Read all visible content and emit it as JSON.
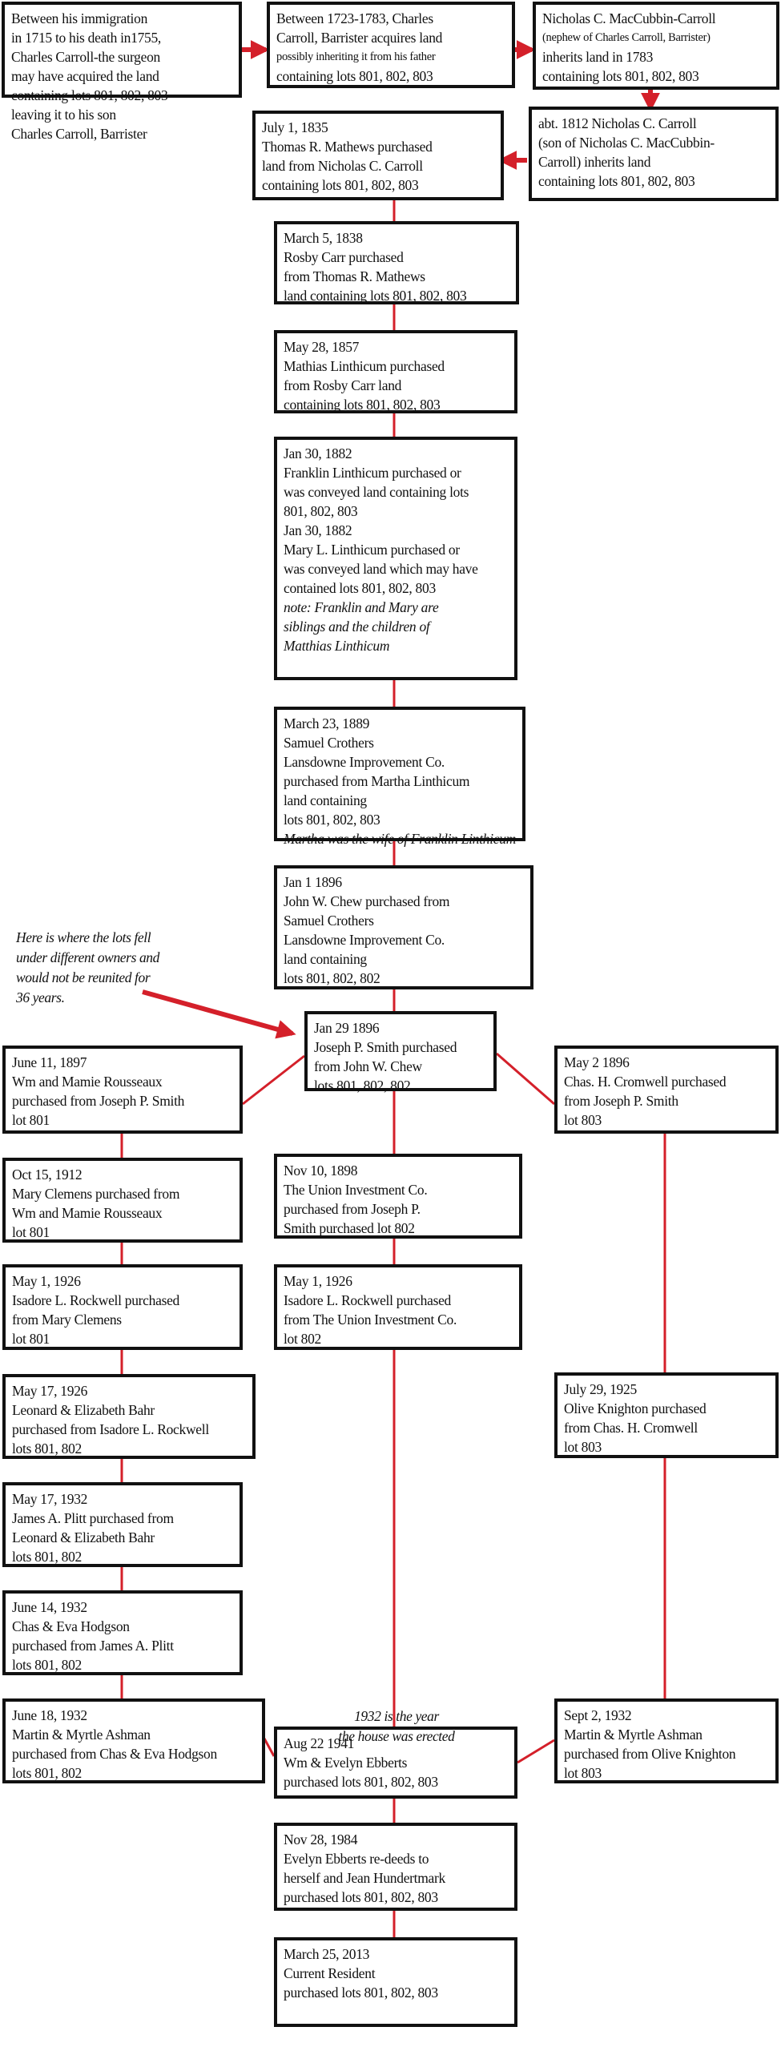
{
  "colors": {
    "line": "#d4202a",
    "border": "#111111"
  },
  "boxes": [
    {
      "id": "immigration-1715",
      "lines": [
        "Between his immigration",
        "in 1715 to his death in1755,",
        "Charles Carroll-the surgeon",
        "may have acquired the land",
        "containing lots 801, 802, 803",
        "leaving it to his son",
        "Charles Carroll, Barrister"
      ]
    },
    {
      "id": "barrister-1723",
      "lines": [
        "Between 1723-1783, Charles",
        "Carroll, Barrister acquires land",
        "possibly inheriting it from his father",
        "containing lots 801, 802, 803"
      ],
      "small": [
        2
      ]
    },
    {
      "id": "maccubbin-1783",
      "lines": [
        "Nicholas C. MacCubbin-Carroll",
        "(nephew of Charles Carroll, Barrister)",
        " inherits land in 1783",
        "containing lots 801, 802, 803"
      ],
      "small": [
        1
      ]
    },
    {
      "id": "carroll-1812",
      "lines": [
        "abt. 1812 Nicholas C. Carroll",
        "(son of Nicholas C. MacCubbin-",
        "Carroll) inherits land",
        "containing lots 801, 802, 803"
      ]
    },
    {
      "id": "mathews-1835",
      "lines": [
        "July 1, 1835",
        "Thomas R. Mathews purchased",
        "land from Nicholas C. Carroll",
        "containing lots 801, 802, 803"
      ]
    },
    {
      "id": "carr-1838",
      "lines": [
        "March 5, 1838",
        "Rosby Carr purchased",
        "from Thomas R. Mathews",
        "land containing lots 801, 802, 803"
      ]
    },
    {
      "id": "linthicum-1857",
      "lines": [
        "May 28, 1857",
        "Mathias Linthicum purchased",
        "from Rosby Carr land",
        "containing lots 801, 802, 803"
      ]
    },
    {
      "id": "linthicum-1882",
      "lines": [
        "Jan 30, 1882",
        "Franklin Linthicum purchased or",
        "was conveyed land containing lots",
        "801, 802, 803",
        "Jan 30, 1882",
        "Mary L. Linthicum purchased or",
        "was conveyed land which may have",
        "contained lots 801, 802, 803",
        "note: Franklin and Mary are",
        "siblings and the children of",
        "Matthias Linthicum"
      ],
      "italic": [
        8,
        9,
        10
      ]
    },
    {
      "id": "crothers-1889",
      "lines": [
        "March 23, 1889",
        "Samuel Crothers",
        "Lansdowne Improvement Co.",
        "purchased from Martha Linthicum",
        "land containing",
        "lots 801, 802, 803",
        "Martha was the wife of Franklin Linthicum"
      ],
      "italic": [
        6
      ]
    },
    {
      "id": "chew-1896",
      "lines": [
        "Jan 1 1896",
        "John W. Chew purchased from",
        "Samuel Crothers",
        "Lansdowne Improvement Co.",
        "land containing",
        "lots 801, 802, 802"
      ]
    },
    {
      "id": "smith-1896",
      "lines": [
        "Jan 29 1896",
        "Joseph P. Smith purchased",
        "from John W. Chew",
        "lots 801, 802, 802"
      ]
    },
    {
      "id": "rousseaux-1897",
      "lines": [
        "June 11, 1897",
        "Wm and Mamie Rousseaux",
        "purchased from Joseph P. Smith",
        "lot 801"
      ]
    },
    {
      "id": "cromwell-1896",
      "lines": [
        "May 2 1896",
        "Chas. H. Cromwell purchased",
        "from Joseph P. Smith",
        "lot 803"
      ]
    },
    {
      "id": "clemens-1912",
      "lines": [
        "Oct 15, 1912",
        "Mary Clemens purchased from",
        "Wm and Mamie Rousseaux",
        "lot 801"
      ]
    },
    {
      "id": "union-1898",
      "lines": [
        "Nov 10, 1898",
        "The Union Investment Co.",
        "purchased from Joseph P.",
        "Smith purchased lot 802"
      ]
    },
    {
      "id": "rockwell-1926-801",
      "lines": [
        "May 1, 1926",
        "Isadore L. Rockwell purchased",
        "from Mary Clemens",
        "lot 801"
      ]
    },
    {
      "id": "rockwell-1926-802",
      "lines": [
        "May 1, 1926",
        "Isadore L. Rockwell purchased",
        "from The Union Investment Co.",
        "lot 802"
      ]
    },
    {
      "id": "bahr-1926",
      "lines": [
        "May 17, 1926",
        "Leonard & Elizabeth Bahr",
        "purchased from Isadore L. Rockwell",
        "lots 801, 802"
      ]
    },
    {
      "id": "knighton-1925",
      "lines": [
        "July 29, 1925",
        "Olive Knighton purchased",
        "from Chas. H. Cromwell",
        "lot 803"
      ]
    },
    {
      "id": "plitt-1932",
      "lines": [
        "May 17, 1932",
        "James A. Plitt purchased from",
        "Leonard & Elizabeth Bahr",
        "lots 801, 802"
      ]
    },
    {
      "id": "hodgson-1932",
      "lines": [
        "June 14, 1932",
        "Chas & Eva Hodgson",
        "purchased from James A. Plitt",
        "lots 801, 802"
      ]
    },
    {
      "id": "ashman-1932-801",
      "lines": [
        "June 18, 1932",
        "Martin & Myrtle Ashman",
        "purchased from Chas & Eva Hodgson",
        "lots 801, 802"
      ]
    },
    {
      "id": "ashman-1932-803",
      "lines": [
        "Sept 2, 1932",
        "Martin & Myrtle Ashman",
        "purchased from Olive Knighton",
        "lot 803"
      ]
    },
    {
      "id": "ebberts-1941",
      "lines": [
        "Aug 22 1941",
        "Wm & Evelyn Ebberts",
        "purchased lots 801, 802, 803"
      ]
    },
    {
      "id": "ebberts-1984",
      "lines": [
        "Nov 28, 1984",
        "Evelyn Ebberts re-deeds to",
        "herself and Jean Hundertmark",
        "purchased lots 801, 802, 803"
      ]
    },
    {
      "id": "current-2013",
      "lines": [
        "March 25, 2013",
        "Current Resident",
        "purchased lots 801, 802, 803"
      ]
    }
  ],
  "notes": [
    {
      "id": "split-annotation",
      "lines": [
        "Here is where the lots fell",
        "under different owners and",
        "would not be reunited for",
        "36 years."
      ]
    },
    {
      "id": "house-erected-caption",
      "lines": [
        "1932 is the year",
        "the house was erected"
      ]
    }
  ]
}
